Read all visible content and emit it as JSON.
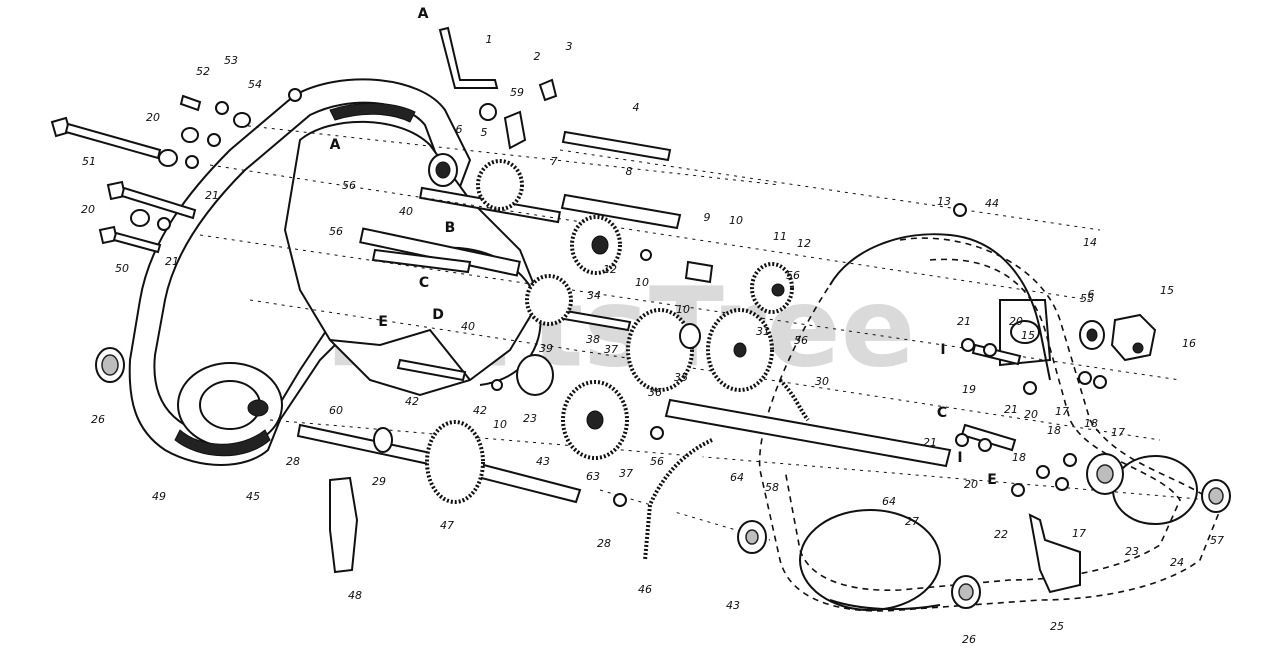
{
  "watermark": "PartsTree",
  "part_labels": [
    "1",
    "2",
    "3",
    "4",
    "5",
    "6",
    "7",
    "8",
    "9",
    "10",
    "11",
    "12",
    "13",
    "14",
    "15",
    "16",
    "17",
    "18",
    "19",
    "20",
    "21",
    "22",
    "23",
    "24",
    "25",
    "26",
    "27",
    "28",
    "29",
    "30",
    "31",
    "34",
    "35",
    "36",
    "37",
    "38",
    "39",
    "40",
    "42",
    "43",
    "44",
    "45",
    "46",
    "47",
    "48",
    "49",
    "50",
    "51",
    "52",
    "53",
    "54",
    "55",
    "56",
    "57",
    "58",
    "59",
    "60",
    "63",
    "64"
  ],
  "reference_letters": [
    "A",
    "B",
    "C",
    "D",
    "E",
    "I"
  ]
}
